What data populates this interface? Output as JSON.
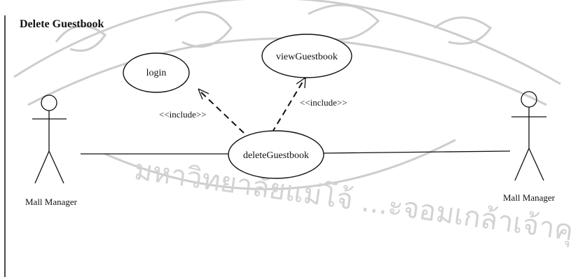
{
  "diagram": {
    "title": "Delete Guestbook",
    "use_cases": {
      "login": "login",
      "view": "viewGuestbook",
      "delete": "deleteGuestbook"
    },
    "relations": {
      "include_left": "<<include>>",
      "include_right": "<<include>>"
    },
    "actors": {
      "left": "Mall Manager",
      "right": "Mall Manager"
    }
  },
  "watermark": {
    "text": "มหาวิทยาลัยแม่โจ้ ...ะจอมเกล้าเจ้าคุณทหาร",
    "color": "#c8c8c8"
  }
}
